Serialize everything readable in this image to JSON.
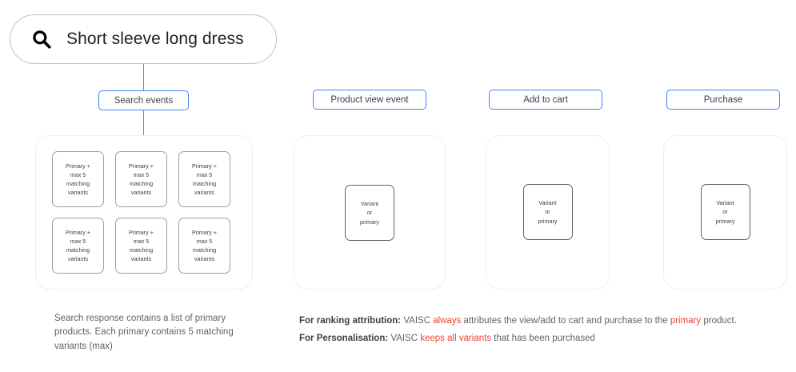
{
  "search": {
    "icon": "search-icon",
    "query": "Short sleeve long dress"
  },
  "labels": {
    "search_events": "Search events",
    "product_view_event": "Product view event",
    "add_to_cart": "Add to cart",
    "purchase": "Purchase"
  },
  "panels": {
    "search": {
      "cards": [
        "Primary +\nmax 5\nmatching\nvariants",
        "Primary +\nmax 5\nmatching\nvariants",
        "Primary +\nmax 5\nmatching\nvariants",
        "Primary +\nmax 5\nmatching\nvariants",
        "Primary +\nmax 5\nmatching\nvariants",
        "Primary +\nmax 5\nmatching\nvariants"
      ]
    },
    "product_view": {
      "card": "Variant\nor\nprimary"
    },
    "add_to_cart": {
      "card": "Variant\nor\nprimary"
    },
    "purchase": {
      "card": "Variant\nor\nprimary"
    }
  },
  "captions": {
    "left": "Search response contains a list of primary products. Each primary contains 5 matching variants (max)",
    "ranking": {
      "bold": "For ranking attribution:",
      "part1": " VAISC ",
      "hl1": "always",
      "part2": " attributes the view/add to cart and purchase to the ",
      "hl2": "primary",
      "part3": " product."
    },
    "personalisation": {
      "bold": "For Personalisation:",
      "part1": " VAISC ",
      "hl1": "keeps all variants",
      "part2": " that has been purchased"
    }
  },
  "colors": {
    "accent_blue": "#4285f4",
    "accent_red": "#ea4335",
    "panel_border": "#eceff1",
    "card_border": "#9aa0a6"
  }
}
